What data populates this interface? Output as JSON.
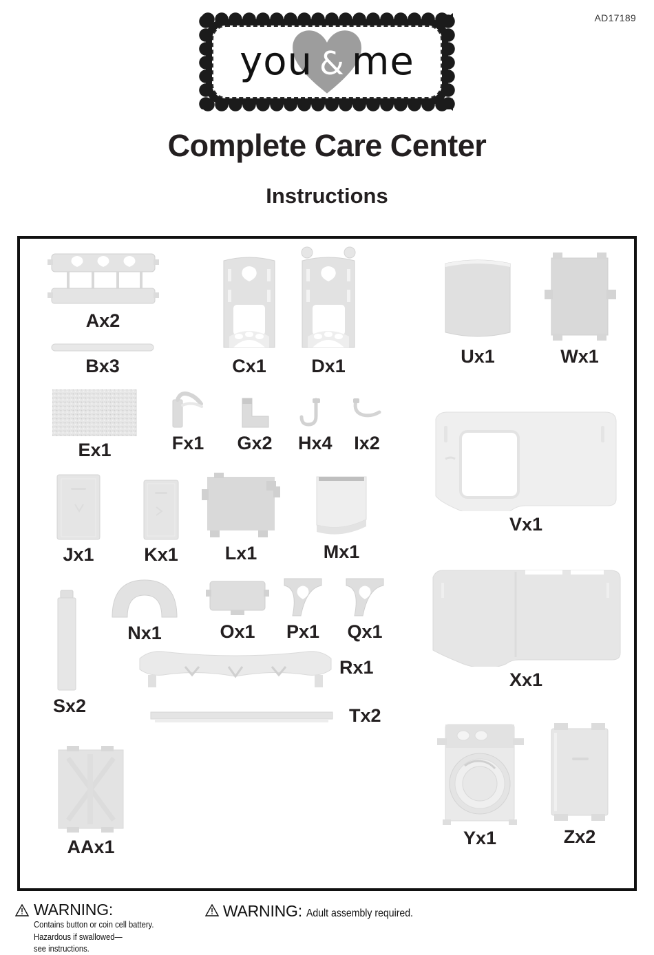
{
  "document": {
    "code": "AD17189",
    "brand_logo": {
      "word1": "you",
      "amp": "&",
      "word2": "me",
      "heart_color": "#9d9d9d"
    },
    "title": "Complete Care Center",
    "subtitle": "Instructions"
  },
  "parts": [
    {
      "id": "A",
      "label": "Ax2",
      "icon": "crib-railing-panel",
      "qty": 2
    },
    {
      "id": "B",
      "label": "Bx3",
      "icon": "flat-slat-rail",
      "qty": 3
    },
    {
      "id": "C",
      "label": "Cx1",
      "icon": "crib-end-panel-plain",
      "qty": 1
    },
    {
      "id": "D",
      "label": "Dx1",
      "icon": "crib-end-panel-finials",
      "qty": 1
    },
    {
      "id": "E",
      "label": "Ex1",
      "icon": "textured-mattress-pad",
      "qty": 1
    },
    {
      "id": "F",
      "label": "Fx1",
      "icon": "faucet",
      "qty": 1
    },
    {
      "id": "G",
      "label": "Gx2",
      "icon": "l-bracket",
      "qty": 2
    },
    {
      "id": "H",
      "label": "Hx4",
      "icon": "j-hook",
      "qty": 4
    },
    {
      "id": "I",
      "label": "Ix2",
      "icon": "curved-hook",
      "qty": 2
    },
    {
      "id": "J",
      "label": "Jx1",
      "icon": "cabinet-door-large",
      "qty": 1
    },
    {
      "id": "K",
      "label": "Kx1",
      "icon": "cabinet-door-small",
      "qty": 1
    },
    {
      "id": "L",
      "label": "Lx1",
      "icon": "back-panel",
      "qty": 1
    },
    {
      "id": "M",
      "label": "Mx1",
      "icon": "curved-front-drawer",
      "qty": 1
    },
    {
      "id": "N",
      "label": "Nx1",
      "icon": "arch-piece",
      "qty": 1
    },
    {
      "id": "O",
      "label": "Ox1",
      "icon": "box-lid",
      "qty": 1
    },
    {
      "id": "P",
      "label": "Px1",
      "icon": "heart-bracket-left",
      "qty": 1
    },
    {
      "id": "Q",
      "label": "Qx1",
      "icon": "heart-bracket-right",
      "qty": 1
    },
    {
      "id": "R",
      "label": "Rx1",
      "icon": "decorative-valance",
      "qty": 1
    },
    {
      "id": "S",
      "label": "Sx2",
      "icon": "tall-post",
      "qty": 2
    },
    {
      "id": "T",
      "label": "Tx2",
      "icon": "long-rail",
      "qty": 2
    },
    {
      "id": "U",
      "label": "Ux1",
      "icon": "rounded-panel",
      "qty": 1
    },
    {
      "id": "V",
      "label": "Vx1",
      "icon": "countertop-with-sink",
      "qty": 1
    },
    {
      "id": "W",
      "label": "Wx1",
      "icon": "tabbed-panel",
      "qty": 1
    },
    {
      "id": "X",
      "label": "Xx1",
      "icon": "wide-base-shelf",
      "qty": 1
    },
    {
      "id": "Y",
      "label": "Yx1",
      "icon": "washing-machine",
      "qty": 1
    },
    {
      "id": "Z",
      "label": "Zx2",
      "icon": "appliance-door-panel",
      "qty": 2
    },
    {
      "id": "AA",
      "label": "AAx1",
      "icon": "x-brace-panel",
      "qty": 1
    }
  ],
  "warnings": [
    {
      "heading": "WARNING:",
      "lines": "Contains button or coin cell battery.\nHazardous if swallowed—\nsee instructions."
    },
    {
      "heading": "WARNING:",
      "text": "Adult assembly required."
    }
  ]
}
